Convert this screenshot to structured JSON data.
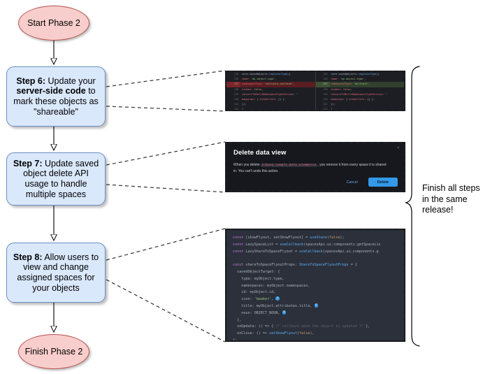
{
  "diagram": {
    "nodes": {
      "start": {
        "label": "Start Phase 2",
        "type": "terminator"
      },
      "finish": {
        "label": "Finish Phase 2",
        "type": "terminator"
      },
      "step6": {
        "prefix": "Step 6:",
        "text_1": " Update your ",
        "bold_1": "server-side code",
        "text_2": " to mark these objects as \"shareable\""
      },
      "step7": {
        "prefix": "Step 7:",
        "text_1": " Update saved object delete API usage to handle multiple spaces"
      },
      "step8": {
        "prefix": "Step 8:",
        "text_1": " Allow users to view and change assigned spaces for your objects"
      }
    },
    "annotation": {
      "brace_note": "Finish all steps in the same release!"
    },
    "colors": {
      "terminator_fill": "#f8cecc",
      "terminator_stroke": "#b85450",
      "process_fill": "#dae8fc",
      "process_stroke": "#6c8ebf",
      "connector": "#000000",
      "dashed_callout": "#1a1a1a"
    }
  },
  "callouts": {
    "code_diff": {
      "left_pane": [
        {
          "num": "136",
          "type": "ctx",
          "tokens": [
            {
              "t": "core",
              "c": "pun"
            },
            {
              "t": ".",
              "c": "pun"
            },
            {
              "t": "savedObjects",
              "c": "pun"
            },
            {
              "t": ".",
              "c": "pun"
            },
            {
              "t": "registerType",
              "c": "fn"
            },
            {
              "t": "({",
              "c": "pun"
            }
          ]
        },
        {
          "num": "136",
          "type": "ctx",
          "tokens": [
            {
              "t": "  name",
              "c": "prop"
            },
            {
              "t": ": ",
              "c": "pun"
            },
            {
              "t": "'my-object-type'",
              "c": "str"
            },
            {
              "t": ",",
              "c": "pun"
            }
          ]
        },
        {
          "num": "137",
          "type": "del",
          "tokens": [
            {
              "t": "  namespaceType",
              "c": "prop"
            },
            {
              "t": ": ",
              "c": "pun"
            },
            {
              "t": "'multiple-isolated'",
              "c": "str"
            },
            {
              "t": ",",
              "c": "pun"
            }
          ]
        },
        {
          "num": "138",
          "type": "ctx",
          "tokens": [
            {
              "t": "  hidden",
              "c": "prop"
            },
            {
              "t": ": ",
              "c": "pun"
            },
            {
              "t": "false",
              "c": "bool"
            },
            {
              "t": ",",
              "c": "pun"
            }
          ]
        },
        {
          "num": "139",
          "type": "ctx",
          "tokens": [
            {
              "t": "  convertToMultiNamespaceTypeVersion",
              "c": "prop"
            },
            {
              "t": ": '",
              "c": "pun"
            }
          ]
        },
        {
          "num": "140",
          "type": "ctx",
          "tokens": [
            {
              "t": "  mappings",
              "c": "prop"
            },
            {
              "t": ": { ",
              "c": "pun"
            },
            {
              "t": "properties",
              "c": "prop"
            },
            {
              "t": ": {} },",
              "c": "pun"
            }
          ]
        },
        {
          "num": "141",
          "type": "ctx",
          "tokens": [
            {
              "t": "});",
              "c": "pun"
            }
          ]
        },
        {
          "num": "142",
          "type": "ctx",
          "tokens": [
            {
              "t": "}",
              "c": "bool"
            }
          ]
        }
      ],
      "right_pane": [
        {
          "num": "136",
          "type": "ctx",
          "tokens": [
            {
              "t": "core",
              "c": "pun"
            },
            {
              "t": ".",
              "c": "pun"
            },
            {
              "t": "savedObjects",
              "c": "pun"
            },
            {
              "t": ".",
              "c": "pun"
            },
            {
              "t": "registerType",
              "c": "fn"
            },
            {
              "t": "({",
              "c": "pun"
            }
          ]
        },
        {
          "num": "136",
          "type": "ctx",
          "tokens": [
            {
              "t": "  name",
              "c": "prop"
            },
            {
              "t": ": ",
              "c": "pun"
            },
            {
              "t": "'my-object-type'",
              "c": "str"
            },
            {
              "t": ",",
              "c": "pun"
            }
          ]
        },
        {
          "num": "137",
          "type": "add",
          "tokens": [
            {
              "t": "  namespaceType",
              "c": "prop"
            },
            {
              "t": ": ",
              "c": "pun"
            },
            {
              "t": "'multiple'",
              "c": "str"
            },
            {
              "t": ",",
              "c": "pun"
            }
          ]
        },
        {
          "num": "138",
          "type": "ctx",
          "tokens": [
            {
              "t": "  hidden",
              "c": "prop"
            },
            {
              "t": ": ",
              "c": "pun"
            },
            {
              "t": "false",
              "c": "bool"
            },
            {
              "t": ",",
              "c": "pun"
            }
          ]
        },
        {
          "num": "139",
          "type": "ctx",
          "tokens": [
            {
              "t": "  convertToMultiNamespaceTypeVersion",
              "c": "prop"
            },
            {
              "t": ": '",
              "c": "pun"
            }
          ]
        },
        {
          "num": "140",
          "type": "ctx",
          "tokens": [
            {
              "t": "  mappings",
              "c": "prop"
            },
            {
              "t": ": { ",
              "c": "pun"
            },
            {
              "t": "properties",
              "c": "prop"
            },
            {
              "t": ": {} },",
              "c": "pun"
            }
          ]
        },
        {
          "num": "141",
          "type": "ctx",
          "tokens": [
            {
              "t": "});",
              "c": "pun"
            }
          ]
        },
        {
          "num": "142",
          "type": "ctx",
          "tokens": [
            {
              "t": "}",
              "c": "bool"
            }
          ]
        }
      ]
    },
    "modal": {
      "title": "Delete data view",
      "body_before": "When you delete ",
      "body_code": "kibana_sample_data_ecommerce",
      "body_after": ", you remove it from every space it is shared in. You can't undo this action.",
      "cancel_label": "Cancel",
      "delete_label": "Delete",
      "close_icon": "×"
    },
    "flyout_code": {
      "lines": [
        [
          {
            "t": "const",
            "c": "kw"
          },
          {
            "t": " [showFlyout, setShowFlyout] = ",
            "c": "pun"
          },
          {
            "t": "useState",
            "c": "fn"
          },
          {
            "t": "(",
            "c": "pun"
          },
          {
            "t": "false",
            "c": "bool"
          },
          {
            "t": ");",
            "c": "pun"
          }
        ],
        [
          {
            "t": "const",
            "c": "kw"
          },
          {
            "t": " LazySpaceList = ",
            "c": "pun"
          },
          {
            "t": "useCallback",
            "c": "fn"
          },
          {
            "t": "(spacesApi.ui.components.getSpaceLis",
            "c": "pun"
          }
        ],
        [
          {
            "t": "const",
            "c": "kw"
          },
          {
            "t": " LazyShareToSpaceFlyout = ",
            "c": "pun"
          },
          {
            "t": "useCallback",
            "c": "fn"
          },
          {
            "t": "(spacesApi.ui.components.g",
            "c": "pun"
          }
        ],
        [],
        [
          {
            "t": "const",
            "c": "kw"
          },
          {
            "t": " shareToSpaceFlyoutProps",
            "c": "pun"
          },
          {
            "t": ": ",
            "c": "pun"
          },
          {
            "t": "ShareToSpaceFlyoutProps",
            "c": "fn"
          },
          {
            "t": " = {",
            "c": "pun"
          }
        ],
        [
          {
            "t": "  savedObjectTarget: {",
            "c": "pun"
          }
        ],
        [
          {
            "t": "    type: myObject.type,",
            "c": "pun"
          }
        ],
        [
          {
            "t": "    namespaces: myObject.namespaces,",
            "c": "pun"
          }
        ],
        [
          {
            "t": "    id: myObject.id,",
            "c": "pun"
          }
        ],
        [
          {
            "t": "    icon: ",
            "c": "pun"
          },
          {
            "t": "'beaker'",
            "c": "str"
          },
          {
            "t": ", ",
            "c": "pun"
          },
          {
            "t": "1",
            "c": "badge"
          }
        ],
        [
          {
            "t": "    title: myObject.attributes.title, ",
            "c": "pun"
          },
          {
            "t": "2",
            "c": "badge"
          }
        ],
        [
          {
            "t": "    noun: OBJECT_NOUN, ",
            "c": "pun"
          },
          {
            "t": "3",
            "c": "badge"
          }
        ],
        [
          {
            "t": "  },",
            "c": "pun"
          }
        ],
        [
          {
            "t": "  onUpdate: () => { ",
            "c": "pun"
          },
          {
            "t": "/* callback when the object is updated */",
            "c": "cmt"
          },
          {
            "t": " },",
            "c": "pun"
          }
        ],
        [
          {
            "t": "  onClose: () => ",
            "c": "pun"
          },
          {
            "t": "setShowFlyout",
            "c": "fn"
          },
          {
            "t": "(",
            "c": "pun"
          },
          {
            "t": "false",
            "c": "bool"
          },
          {
            "t": "),",
            "c": "pun"
          }
        ],
        [
          {
            "t": "};",
            "c": "pun"
          }
        ]
      ]
    }
  }
}
